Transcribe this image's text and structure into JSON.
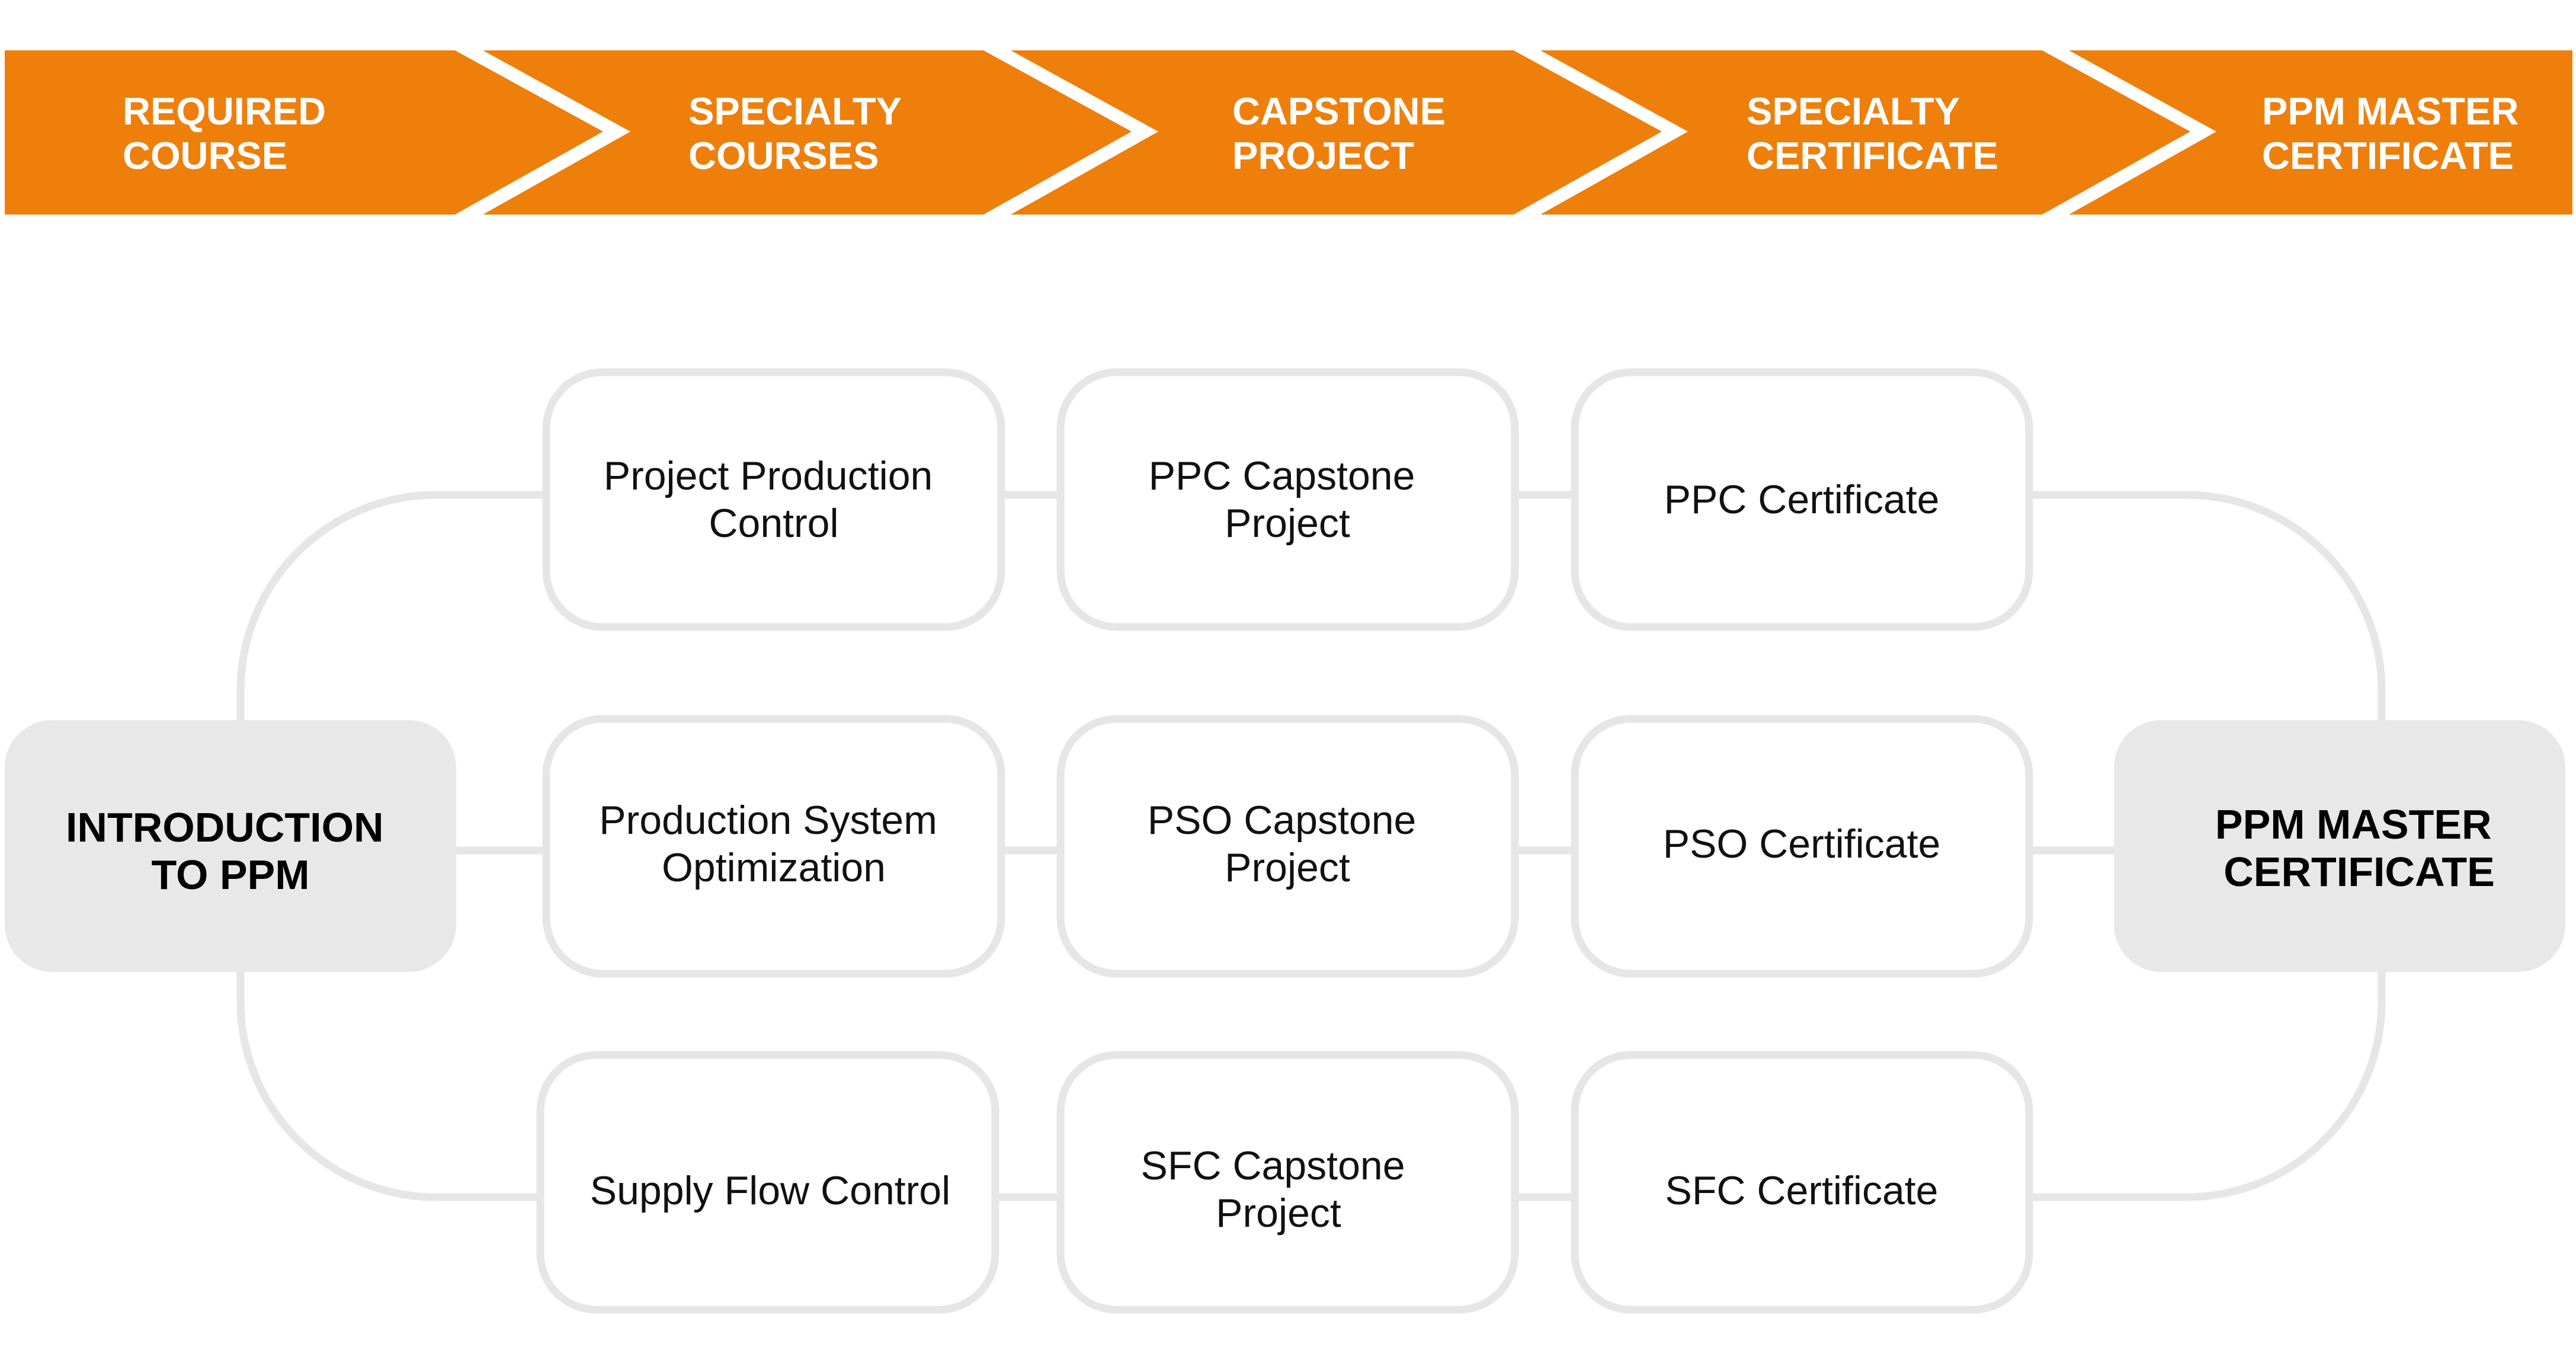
{
  "colors": {
    "accent": "#EE7F0B",
    "stage_text": "#FFFFFF",
    "box_border": "#E6E6E6",
    "terminal_fill": "#E8E8E8",
    "connector": "#E6E6E6",
    "text": "#111111"
  },
  "stages": [
    {
      "line1": "REQUIRED",
      "line2": "COURSE"
    },
    {
      "line1": "SPECIALTY",
      "line2": "COURSES"
    },
    {
      "line1": "CAPSTONE",
      "line2": "PROJECT"
    },
    {
      "line1": "SPECIALTY",
      "line2": "CERTIFICATE"
    },
    {
      "line1": "PPM MASTER",
      "line2": "CERTIFICATE"
    }
  ],
  "start_node": {
    "line1": "INTRODUCTION",
    "line2": "TO PPM"
  },
  "end_node": {
    "line1": "PPM MASTER",
    "line2": "CERTIFICATE"
  },
  "tracks": [
    {
      "course": {
        "line1": "Project Production",
        "line2": "Control"
      },
      "capstone": {
        "line1": "PPC Capstone",
        "line2": "Project"
      },
      "certificate": {
        "line1": "PPC Certificate",
        "line2": ""
      }
    },
    {
      "course": {
        "line1": "Production System",
        "line2": "Optimization"
      },
      "capstone": {
        "line1": "PSO Capstone",
        "line2": "Project"
      },
      "certificate": {
        "line1": "PSO Certificate",
        "line2": ""
      }
    },
    {
      "course": {
        "line1": "Supply Flow Control",
        "line2": ""
      },
      "capstone": {
        "line1": "SFC Capstone",
        "line2": "Project"
      },
      "certificate": {
        "line1": "SFC Certificate",
        "line2": ""
      }
    }
  ]
}
